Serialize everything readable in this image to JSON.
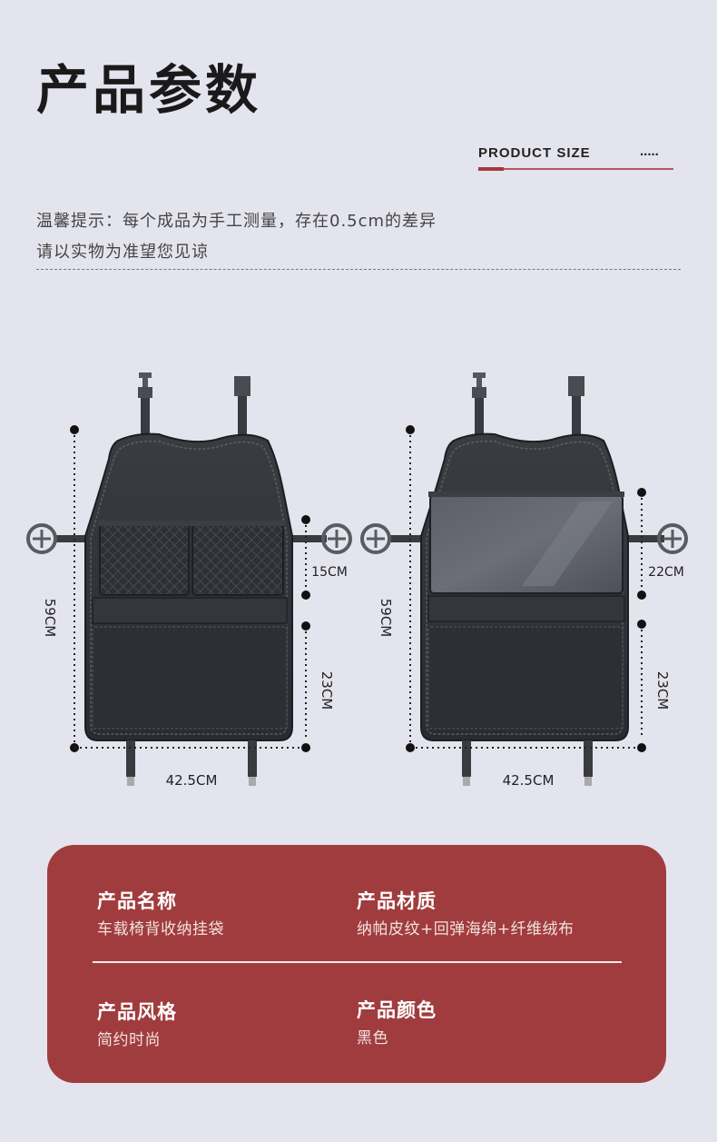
{
  "header": {
    "title": "产品参数",
    "subtitle": "PRODUCT SIZE",
    "dots": "....."
  },
  "notice": {
    "line1": "温馨提示：每个成品为手工测量，存在0.5cm的差异",
    "line2": "请以实物为准望您见谅"
  },
  "diagram": {
    "left": {
      "height": "59CM",
      "width": "42.5CM",
      "pocket_top": "15CM",
      "pocket_bottom": "23CM"
    },
    "right": {
      "height": "59CM",
      "width": "42.5CM",
      "pocket_top": "22CM",
      "pocket_bottom": "23CM"
    }
  },
  "specs": {
    "name_label": "产品名称",
    "name_value": "车载椅背收纳挂袋",
    "material_label": "产品材质",
    "material_value": "纳帕皮纹+回弹海绵+纤维绒布",
    "style_label": "产品风格",
    "style_value": "简约时尚",
    "color_label": "产品颜色",
    "color_value": "黑色"
  },
  "colors": {
    "background": "#e4e4ee",
    "panel": "#a13c3e",
    "accent_line": "#b9545a"
  }
}
